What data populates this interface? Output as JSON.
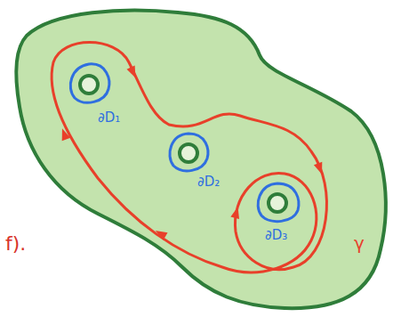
{
  "diagram": {
    "labels": [
      "∂D₁",
      "∂D₂",
      "∂D₃",
      "γ",
      "f)."
    ]
  }
}
